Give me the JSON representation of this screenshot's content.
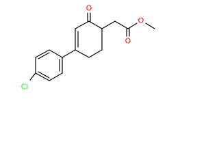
{
  "molecule": {
    "atoms": [
      {
        "id": "o-ketone",
        "label": "O",
        "color": "#ff0d0d"
      },
      {
        "id": "o-ester-carbonyl",
        "label": "O",
        "color": "#ff0d0d"
      },
      {
        "id": "o-ester-ether",
        "label": "O",
        "color": "#ff0d0d"
      },
      {
        "id": "cl",
        "label": "Cl",
        "color": "#1ff01f"
      }
    ],
    "bond_color": "#000000"
  }
}
